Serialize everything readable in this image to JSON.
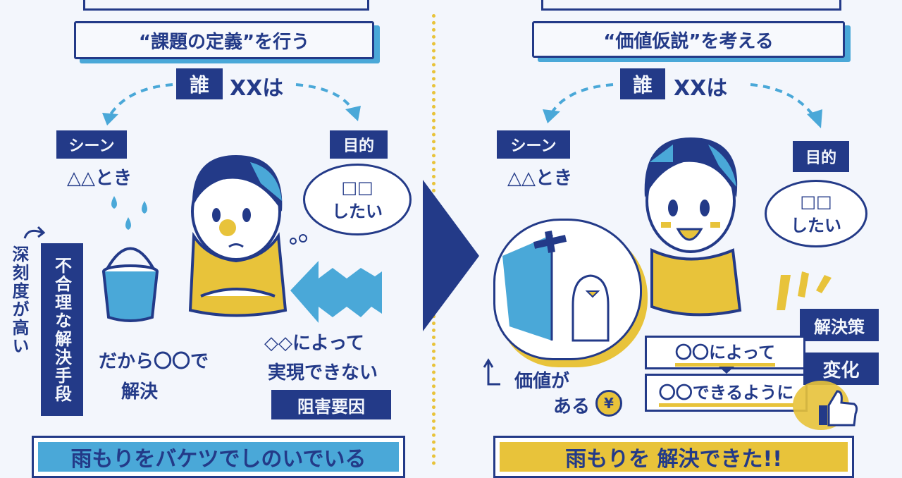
{
  "colors": {
    "navy": "#233a88",
    "blue": "#4aa8d8",
    "yellow": "#e8c33a",
    "background": "#f3f6fc"
  },
  "left": {
    "title": "“課題の定義”を行う",
    "who": "誰",
    "who_suffix": "XXは",
    "scene_label": "シーン",
    "scene_text": "△△とき",
    "goal_label": "目的",
    "goal_bubble": [
      "□□",
      "したい"
    ],
    "severity": "深刻度が高い",
    "irrational": "不合理な解決手段",
    "solve_lines": [
      "だから〇〇で",
      "解決"
    ],
    "block_lines": [
      "◇◇によって",
      "実現できない"
    ],
    "blocker_label": "阻害要因",
    "banner": "雨もりをバケツでしのいでいる"
  },
  "right": {
    "title": "“価値仮説”を考える",
    "who": "誰",
    "who_suffix": "XXは",
    "scene_label": "シーン",
    "scene_text": "△△とき",
    "goal_label": "目的",
    "goal_bubble": [
      "□□",
      "したい"
    ],
    "value_lines": [
      "価値が",
      "ある"
    ],
    "yen": "¥",
    "solution_label": "解決策",
    "by_text": "〇〇によって",
    "can_text": "〇〇できるように",
    "change_label": "変化",
    "banner": "雨もりを 解決できた!!"
  }
}
